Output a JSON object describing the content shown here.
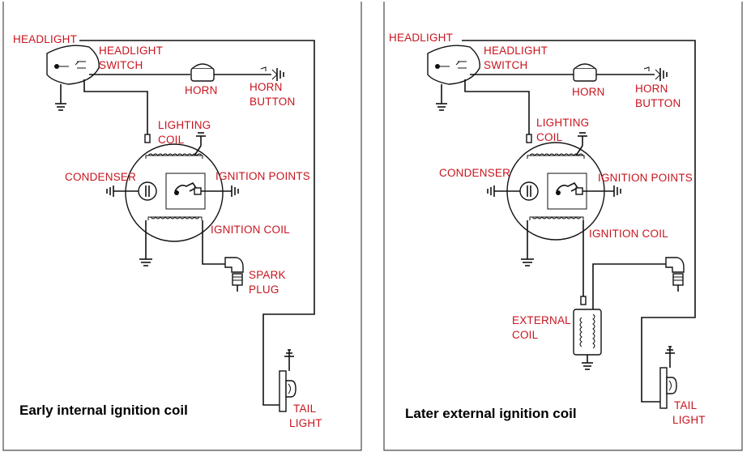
{
  "left": {
    "headlight": "HEADLIGHT",
    "headlight_switch_1": "HEADLIGHT",
    "headlight_switch_2": "SWITCH",
    "horn": "HORN",
    "horn_button_1": "HORN",
    "horn_button_2": "BUTTON",
    "lighting_coil_1": "LIGHTING",
    "lighting_coil_2": "COIL",
    "condenser": "CONDENSER",
    "ignition_points": "IGNITION POINTS",
    "ignition_coil": "IGNITION COIL",
    "spark_plug_1": "SPARK",
    "spark_plug_2": "PLUG",
    "tail_light_1": "TAIL",
    "tail_light_2": "LIGHT",
    "caption": "Early internal ignition coil"
  },
  "right": {
    "headlight": "HEADLIGHT",
    "headlight_switch_1": "HEADLIGHT",
    "headlight_switch_2": "SWITCH",
    "horn": "HORN",
    "horn_button_1": "HORN",
    "horn_button_2": "BUTTON",
    "lighting_coil_1": "LIGHTING",
    "lighting_coil_2": "COIL",
    "condenser": "CONDENSER",
    "ignition_points": "IGNITION POINTS",
    "ignition_coil": "IGNITION COIL",
    "external_coil_1": "EXTERNAL",
    "external_coil_2": "COIL",
    "tail_light_1": "TAIL",
    "tail_light_2": "LIGHT",
    "caption": "Later external ignition coil"
  }
}
